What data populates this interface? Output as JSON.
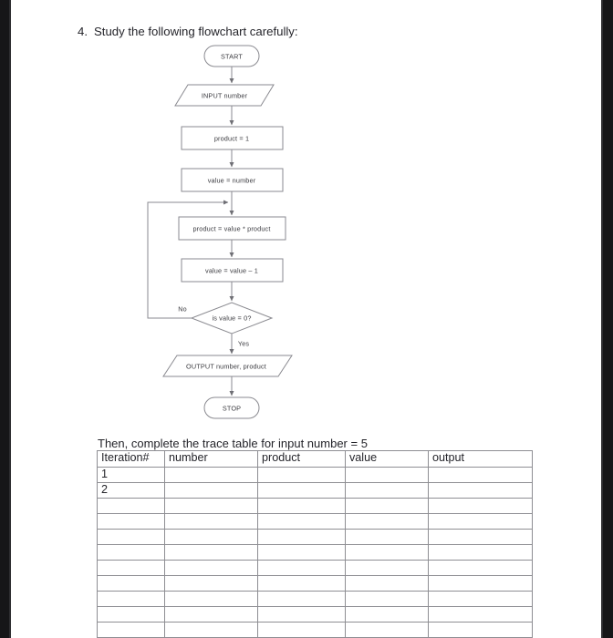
{
  "page": {
    "background_color": "#ffffff",
    "edge_band_color": "#161618"
  },
  "question": {
    "number": "4.",
    "prompt": "Study the following flowchart carefully:"
  },
  "flowchart": {
    "nodes": [
      {
        "id": "start",
        "shape": "terminator",
        "label": "START"
      },
      {
        "id": "input",
        "shape": "parallelogram",
        "label": "INPUT number"
      },
      {
        "id": "product1",
        "shape": "process",
        "label": "product = 1"
      },
      {
        "id": "valuenum",
        "shape": "process",
        "label": "value = number"
      },
      {
        "id": "mult",
        "shape": "process",
        "label": "product = value * product"
      },
      {
        "id": "dec",
        "shape": "process",
        "label": "value = value – 1"
      },
      {
        "id": "test",
        "shape": "decision",
        "label": "is value = 0?"
      },
      {
        "id": "output",
        "shape": "parallelogram",
        "label": "OUTPUT number, product"
      },
      {
        "id": "stop",
        "shape": "terminator",
        "label": "STOP"
      }
    ],
    "branch_labels": {
      "no": "No",
      "yes": "Yes"
    },
    "line_color": "#8a8a90",
    "text_color": "#3a3a3f"
  },
  "trace": {
    "intro": "Then, complete the trace table for input number = 5",
    "columns": [
      "Iteration#",
      "number",
      "product",
      "value",
      "output"
    ],
    "rows": [
      [
        "1",
        "",
        "",
        "",
        ""
      ],
      [
        "2",
        "",
        "",
        "",
        ""
      ],
      [
        "",
        "",
        "",
        "",
        ""
      ],
      [
        "",
        "",
        "",
        "",
        ""
      ],
      [
        "",
        "",
        "",
        "",
        ""
      ],
      [
        "",
        "",
        "",
        "",
        ""
      ],
      [
        "",
        "",
        "",
        "",
        ""
      ],
      [
        "",
        "",
        "",
        "",
        ""
      ],
      [
        "",
        "",
        "",
        "",
        ""
      ],
      [
        "",
        "",
        "",
        "",
        ""
      ],
      [
        "",
        "",
        "",
        "",
        ""
      ]
    ]
  }
}
